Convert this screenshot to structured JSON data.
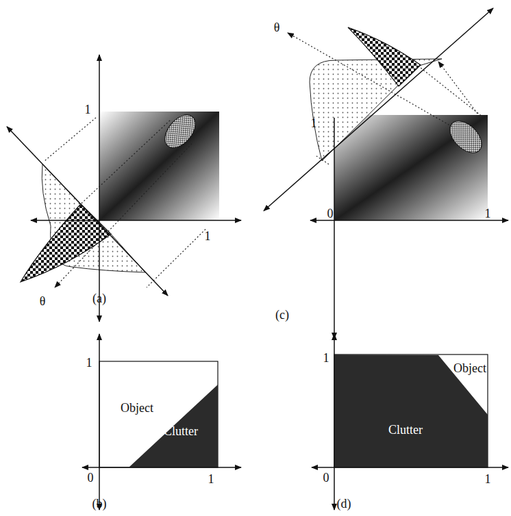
{
  "diagram": {
    "labels": [
      "1",
      "1",
      "θ",
      "(a)",
      "θ",
      "1",
      "0",
      "1",
      "(c)",
      "1",
      "Object",
      "Clutter",
      "0",
      "1",
      "(b)",
      "1",
      "Object",
      "Clutter",
      "0",
      "1",
      "(d)"
    ]
  }
}
